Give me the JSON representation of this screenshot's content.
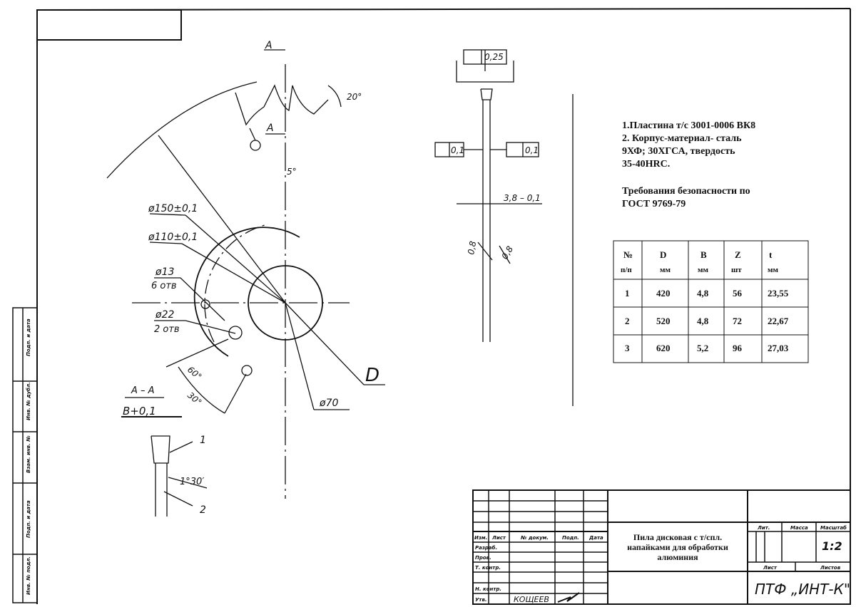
{
  "dimensions": {
    "section_a": "А",
    "angle_20": "20°",
    "angle_5": "5°",
    "d150": "ø150±0,1",
    "d110": "ø110±0,1",
    "d13": "ø13",
    "d13_count": "6 отв",
    "d22": "ø22",
    "d22_count": "2 отв",
    "angle_60": "60°",
    "angle_30": "30°",
    "d70": "ø70",
    "D": "D",
    "section_title": "А – А",
    "b_tol": "B+0,1",
    "pos1": "1",
    "pos2": "2",
    "angle_130": "1°30′",
    "runout": "0,25",
    "flatness": "0,1",
    "parallel": "0,1",
    "thickness": "3,8 – 0,1",
    "chamfer1": "0,8",
    "chamfer2": "0,8"
  },
  "notes": [
    "1.Пластина т/с 3001-0006 ВК8",
    "2. Корпус-материал- сталь",
    "9ХФ; 30ХГСА, твердость",
    "35-40HRC.",
    "Требования безопасности по",
    "ГОСТ 9769-79"
  ],
  "table": {
    "headers": [
      [
        "№",
        "п/п"
      ],
      [
        "D",
        "мм"
      ],
      [
        "B",
        "мм"
      ],
      [
        "Z",
        "шт"
      ],
      [
        "t",
        "мм"
      ]
    ],
    "rows": [
      [
        "1",
        "420",
        "4,8",
        "56",
        "23,55"
      ],
      [
        "2",
        "520",
        "4,8",
        "72",
        "22,67"
      ],
      [
        "3",
        "620",
        "5,2",
        "96",
        "27,03"
      ]
    ]
  },
  "title_block": {
    "cols": [
      "Изм.",
      "Лист",
      "№ докум.",
      "Подп.",
      "Дата"
    ],
    "roles": [
      "Разраб.",
      "Пров.",
      "Т. контр.",
      "",
      "Н. контр.",
      "Утв."
    ],
    "approver": "КОЩЕЕВ",
    "title": [
      "Пила дисковая с т/спл.",
      "напайками для обработки",
      "алюминия"
    ],
    "lit": "Лит.",
    "mass": "Масса",
    "scale_label": "Масштаб",
    "scale": "1:2",
    "sheet": "Лист",
    "sheets": "Листов",
    "company": "ПТФ „ИНТ-К\""
  },
  "side_stamp": [
    "Подп. и дата",
    "Инв. № дубл.",
    "Взам. инв. №",
    "Подп. и дата",
    "Инв. № подл."
  ]
}
